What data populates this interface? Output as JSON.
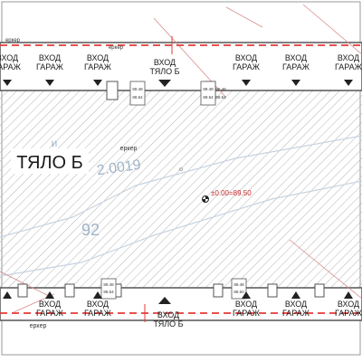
{
  "building_label": "ТЯЛО Б",
  "entrance_garage_line1": "ВХОД",
  "entrance_garage_line2": "ГАРАЖ",
  "entrance_building_line1": "ВХОД",
  "entrance_building_line2": "ТЯЛО Б",
  "bay_label": "еркер",
  "elevation_label": "±0.00=89.50",
  "faint_number_a": "2.0019",
  "faint_number_b": "92",
  "faint_letter": "и",
  "level_a": "89.48",
  "level_b": "89.54",
  "level_c": "89.50",
  "colors": {
    "hatch": "#b4b4b4",
    "wall": "#555555",
    "red_dashed_line": "#e53935",
    "site_lines": "#d98b8b",
    "pale_contour": "#c7d3e0"
  }
}
